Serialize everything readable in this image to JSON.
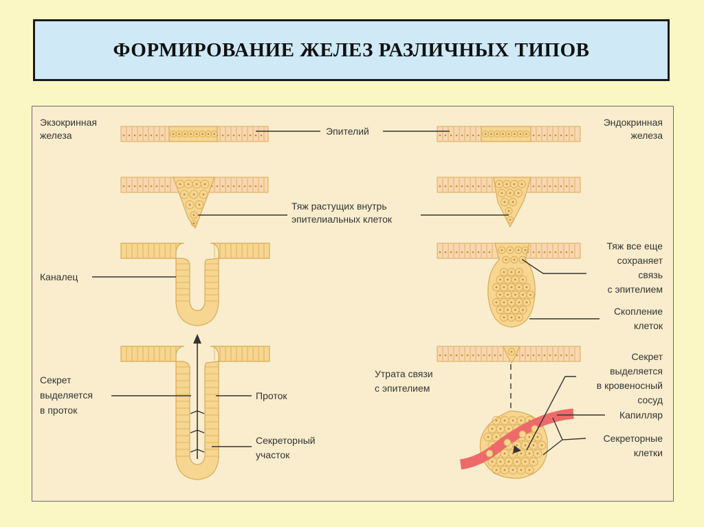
{
  "title": "ФОРМИРОВАНИЕ ЖЕЛЕЗ РАЗЛИЧНЫХ ТИПОВ",
  "colors": {
    "background": "#fbf7c4",
    "title_box": "#cfe9f6",
    "panel": "#f9edcd",
    "cell_fill": "#f6d690",
    "cell_stroke": "#d9a957",
    "epithelium": "#f8d7b0",
    "capillary": "#ee6a6a",
    "text": "#333333"
  },
  "labels": {
    "exocrine": [
      "Экзокринная",
      "железа"
    ],
    "endocrine": [
      "Эндокринная",
      "железа"
    ],
    "epithelium": "Эпителий",
    "cord": [
      "Тяж растущих внутрь",
      "эпителиальных клеток"
    ],
    "canal": "Каналец",
    "cord_still": [
      "Тяж все еще",
      "сохраняет",
      "связь",
      "с эпителием"
    ],
    "cluster": [
      "Скопление",
      "клеток"
    ],
    "secretion_duct": [
      "Секрет",
      "выделяется",
      "в проток"
    ],
    "duct": "Проток",
    "secretory_part": [
      "Секреторный",
      "участок"
    ],
    "lost_connection": [
      "Утрата связи",
      "с эпителием"
    ],
    "secretion_vessel": [
      "Секрет",
      "выделяется",
      "в кровеносный",
      "сосуд"
    ],
    "capillary": "Капилляр",
    "secretory_cells": [
      "Секреторные",
      "клетки"
    ]
  }
}
